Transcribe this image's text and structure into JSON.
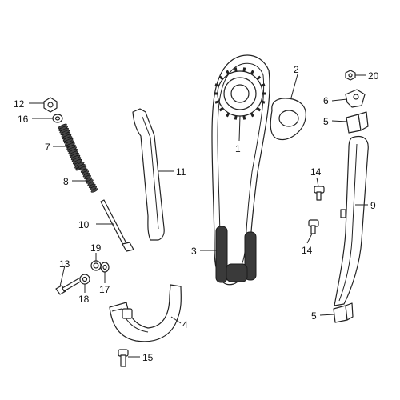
{
  "diagram": {
    "type": "exploded-parts-diagram",
    "callouts": {
      "c1": "1",
      "c2": "2",
      "c3": "3",
      "c4": "4",
      "c5a": "5",
      "c5b": "5",
      "c6": "6",
      "c7": "7",
      "c8": "8",
      "c9": "9",
      "c10": "10",
      "c11": "11",
      "c12": "12",
      "c13": "13",
      "c14a": "14",
      "c14b": "14",
      "c15": "15",
      "c16": "16",
      "c17": "17",
      "c18": "18",
      "c19": "19",
      "c20": "20"
    }
  }
}
